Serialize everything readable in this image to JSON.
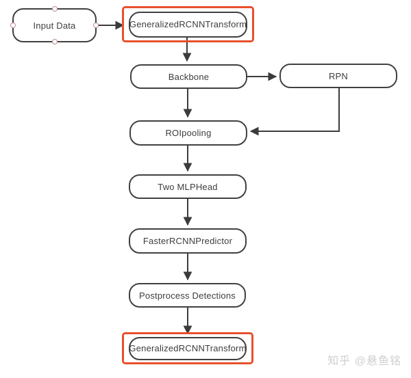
{
  "diagram": {
    "nodes": [
      {
        "id": "input-data",
        "label": "Input Data",
        "selected": true
      },
      {
        "id": "transform-top",
        "label": "GeneralizedRCNNTransform",
        "highlighted": true
      },
      {
        "id": "backbone",
        "label": "Backbone"
      },
      {
        "id": "rpn",
        "label": "RPN"
      },
      {
        "id": "roipooling",
        "label": "ROIpooling"
      },
      {
        "id": "two-mlphead",
        "label": "Two MLPHead"
      },
      {
        "id": "fasterrcnn-predictor",
        "label": "FasterRCNNPredictor"
      },
      {
        "id": "postprocess-detections",
        "label": "Postprocess Detections"
      },
      {
        "id": "transform-bottom",
        "label": "GeneralizedRCNNTransform",
        "highlighted": true
      }
    ],
    "edges": [
      {
        "from": "input-data",
        "to": "transform-top"
      },
      {
        "from": "transform-top",
        "to": "backbone"
      },
      {
        "from": "backbone",
        "to": "rpn"
      },
      {
        "from": "backbone",
        "to": "roipooling"
      },
      {
        "from": "rpn",
        "to": "roipooling"
      },
      {
        "from": "roipooling",
        "to": "two-mlphead"
      },
      {
        "from": "two-mlphead",
        "to": "fasterrcnn-predictor"
      },
      {
        "from": "fasterrcnn-predictor",
        "to": "postprocess-detections"
      },
      {
        "from": "postprocess-detections",
        "to": "transform-bottom"
      }
    ],
    "colors": {
      "highlight": "#e8502c",
      "node_border": "#404040",
      "arrow": "#3b3b3b",
      "text": "#3d3d3d",
      "handle_border": "#bf8f8f",
      "watermark": "#cfcfcf"
    }
  },
  "watermark": {
    "text": "知乎 @悬鱼铭"
  }
}
